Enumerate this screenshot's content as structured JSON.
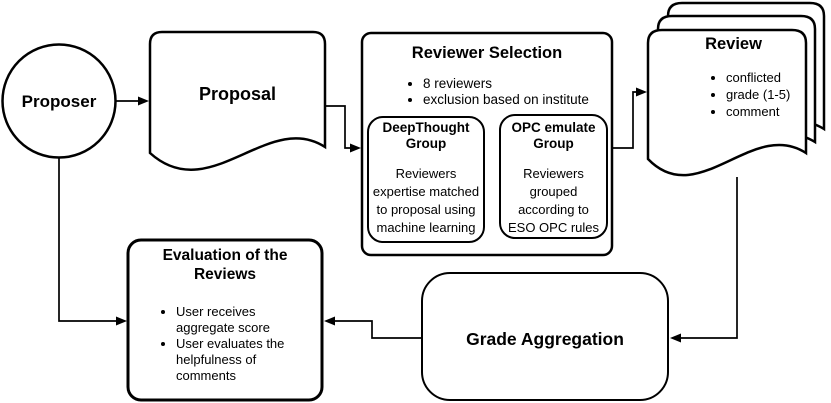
{
  "nodes": {
    "proposer": {
      "label": "Proposer"
    },
    "proposal": {
      "label": "Proposal"
    },
    "reviewer_selection": {
      "title": "Reviewer Selection",
      "bullets": [
        "8 reviewers",
        "exclusion based on institute"
      ],
      "deepthought": {
        "title": "DeepThought Group",
        "body": "Reviewers expertise matched to proposal using machine learning"
      },
      "opc": {
        "title": "OPC emulate Group",
        "body": "Reviewers grouped according to ESO OPC rules"
      }
    },
    "review": {
      "title": "Review",
      "bullets": [
        "conflicted",
        "grade (1-5)",
        "comment"
      ]
    },
    "grade_aggregation": {
      "label": "Grade Aggregation"
    },
    "evaluation": {
      "title": "Evaluation of the Reviews",
      "bullets": [
        "User receives aggregate score",
        "User evaluates the helpfulness of comments"
      ]
    }
  },
  "colors": {
    "stroke": "#000000",
    "fill": "#ffffff",
    "text": "#000000"
  }
}
